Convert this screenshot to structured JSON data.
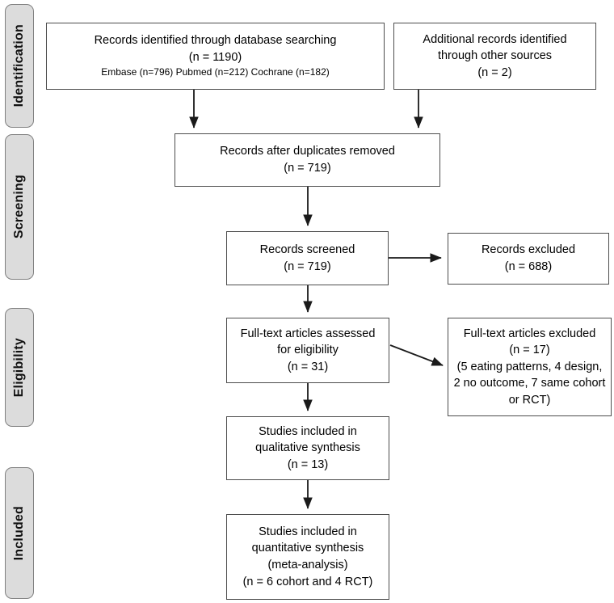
{
  "diagram": {
    "type": "prisma-flow-diagram",
    "stages": [
      {
        "id": "identification",
        "label": "Identification"
      },
      {
        "id": "screening",
        "label": "Screening"
      },
      {
        "id": "eligibility",
        "label": "Eligibility"
      },
      {
        "id": "included",
        "label": "Included"
      }
    ],
    "boxes": {
      "database_search": {
        "line1": "Records identified through database searching",
        "line2": "(n = 1190)",
        "line3": "Embase (n=796) Pubmed (n=212) Cochrane (n=182)"
      },
      "other_sources": {
        "line1": "Additional records identified",
        "line2": "through other sources",
        "line3": "(n =  2)"
      },
      "duplicates_removed": {
        "line1": "Records after duplicates removed",
        "line2": "(n = 719)"
      },
      "records_screened": {
        "line1": "Records screened",
        "line2": "(n = 719)"
      },
      "records_excluded": {
        "line1": "Records excluded",
        "line2": "(n = 688)"
      },
      "fulltext_assessed": {
        "line1": "Full-text articles assessed",
        "line2": "for eligibility",
        "line3": "(n = 31)"
      },
      "fulltext_excluded": {
        "line1": "Full-text articles excluded",
        "line2": "(n = 17)",
        "line3": "(5 eating patterns, 4 design,",
        "line4": "2 no outcome, 7 same cohort",
        "line5": "or RCT)"
      },
      "qualitative_synthesis": {
        "line1": "Studies included in",
        "line2": "qualitative synthesis",
        "line3": "(n = 13)"
      },
      "quantitative_synthesis": {
        "line1": "Studies included in",
        "line2": "quantitative synthesis",
        "line3": "(meta-analysis)",
        "line4": "(n = 6 cohort and 4 RCT)"
      }
    },
    "colors": {
      "stage_fill": "#dcdcdc",
      "stage_border": "#808080",
      "box_border": "#4d4d4d",
      "box_fill": "#ffffff",
      "arrow": "#1a1a1a",
      "text": "#000000"
    }
  }
}
